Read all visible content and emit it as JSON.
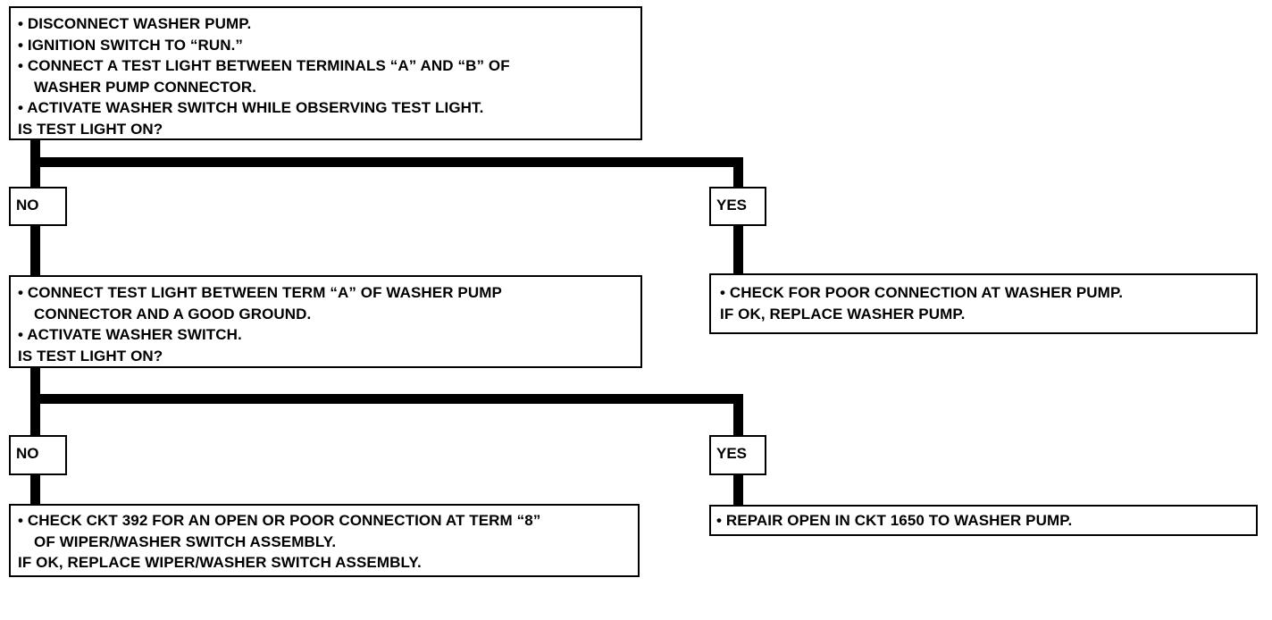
{
  "box1": {
    "lines": [
      "• DISCONNECT WASHER PUMP.",
      "• IGNITION SWITCH TO “RUN.”",
      "• CONNECT A TEST LIGHT BETWEEN TERMINALS “A” AND “B” OF",
      "WASHER PUMP CONNECTOR.",
      "• ACTIVATE WASHER SWITCH WHILE OBSERVING TEST LIGHT.",
      "IS TEST LIGHT ON?"
    ]
  },
  "branch1": {
    "no": "NO",
    "yes": "YES"
  },
  "box2": {
    "lines": [
      "• CONNECT TEST LIGHT BETWEEN TERM “A” OF WASHER PUMP",
      "CONNECTOR AND A GOOD GROUND.",
      "• ACTIVATE WASHER SWITCH.",
      "IS TEST LIGHT ON?"
    ]
  },
  "box3": {
    "lines": [
      "• CHECK FOR POOR CONNECTION AT WASHER PUMP.",
      "IF OK, REPLACE WASHER PUMP."
    ]
  },
  "branch2": {
    "no": "NO",
    "yes": "YES"
  },
  "box4": {
    "lines": [
      "• CHECK CKT 392 FOR AN OPEN OR POOR CONNECTION AT TERM “8”",
      "OF WIPER/WASHER SWITCH ASSEMBLY.",
      "IF OK, REPLACE WIPER/WASHER SWITCH ASSEMBLY."
    ]
  },
  "box5": {
    "lines": [
      "• REPAIR OPEN IN CKT 1650 TO WASHER PUMP."
    ]
  }
}
